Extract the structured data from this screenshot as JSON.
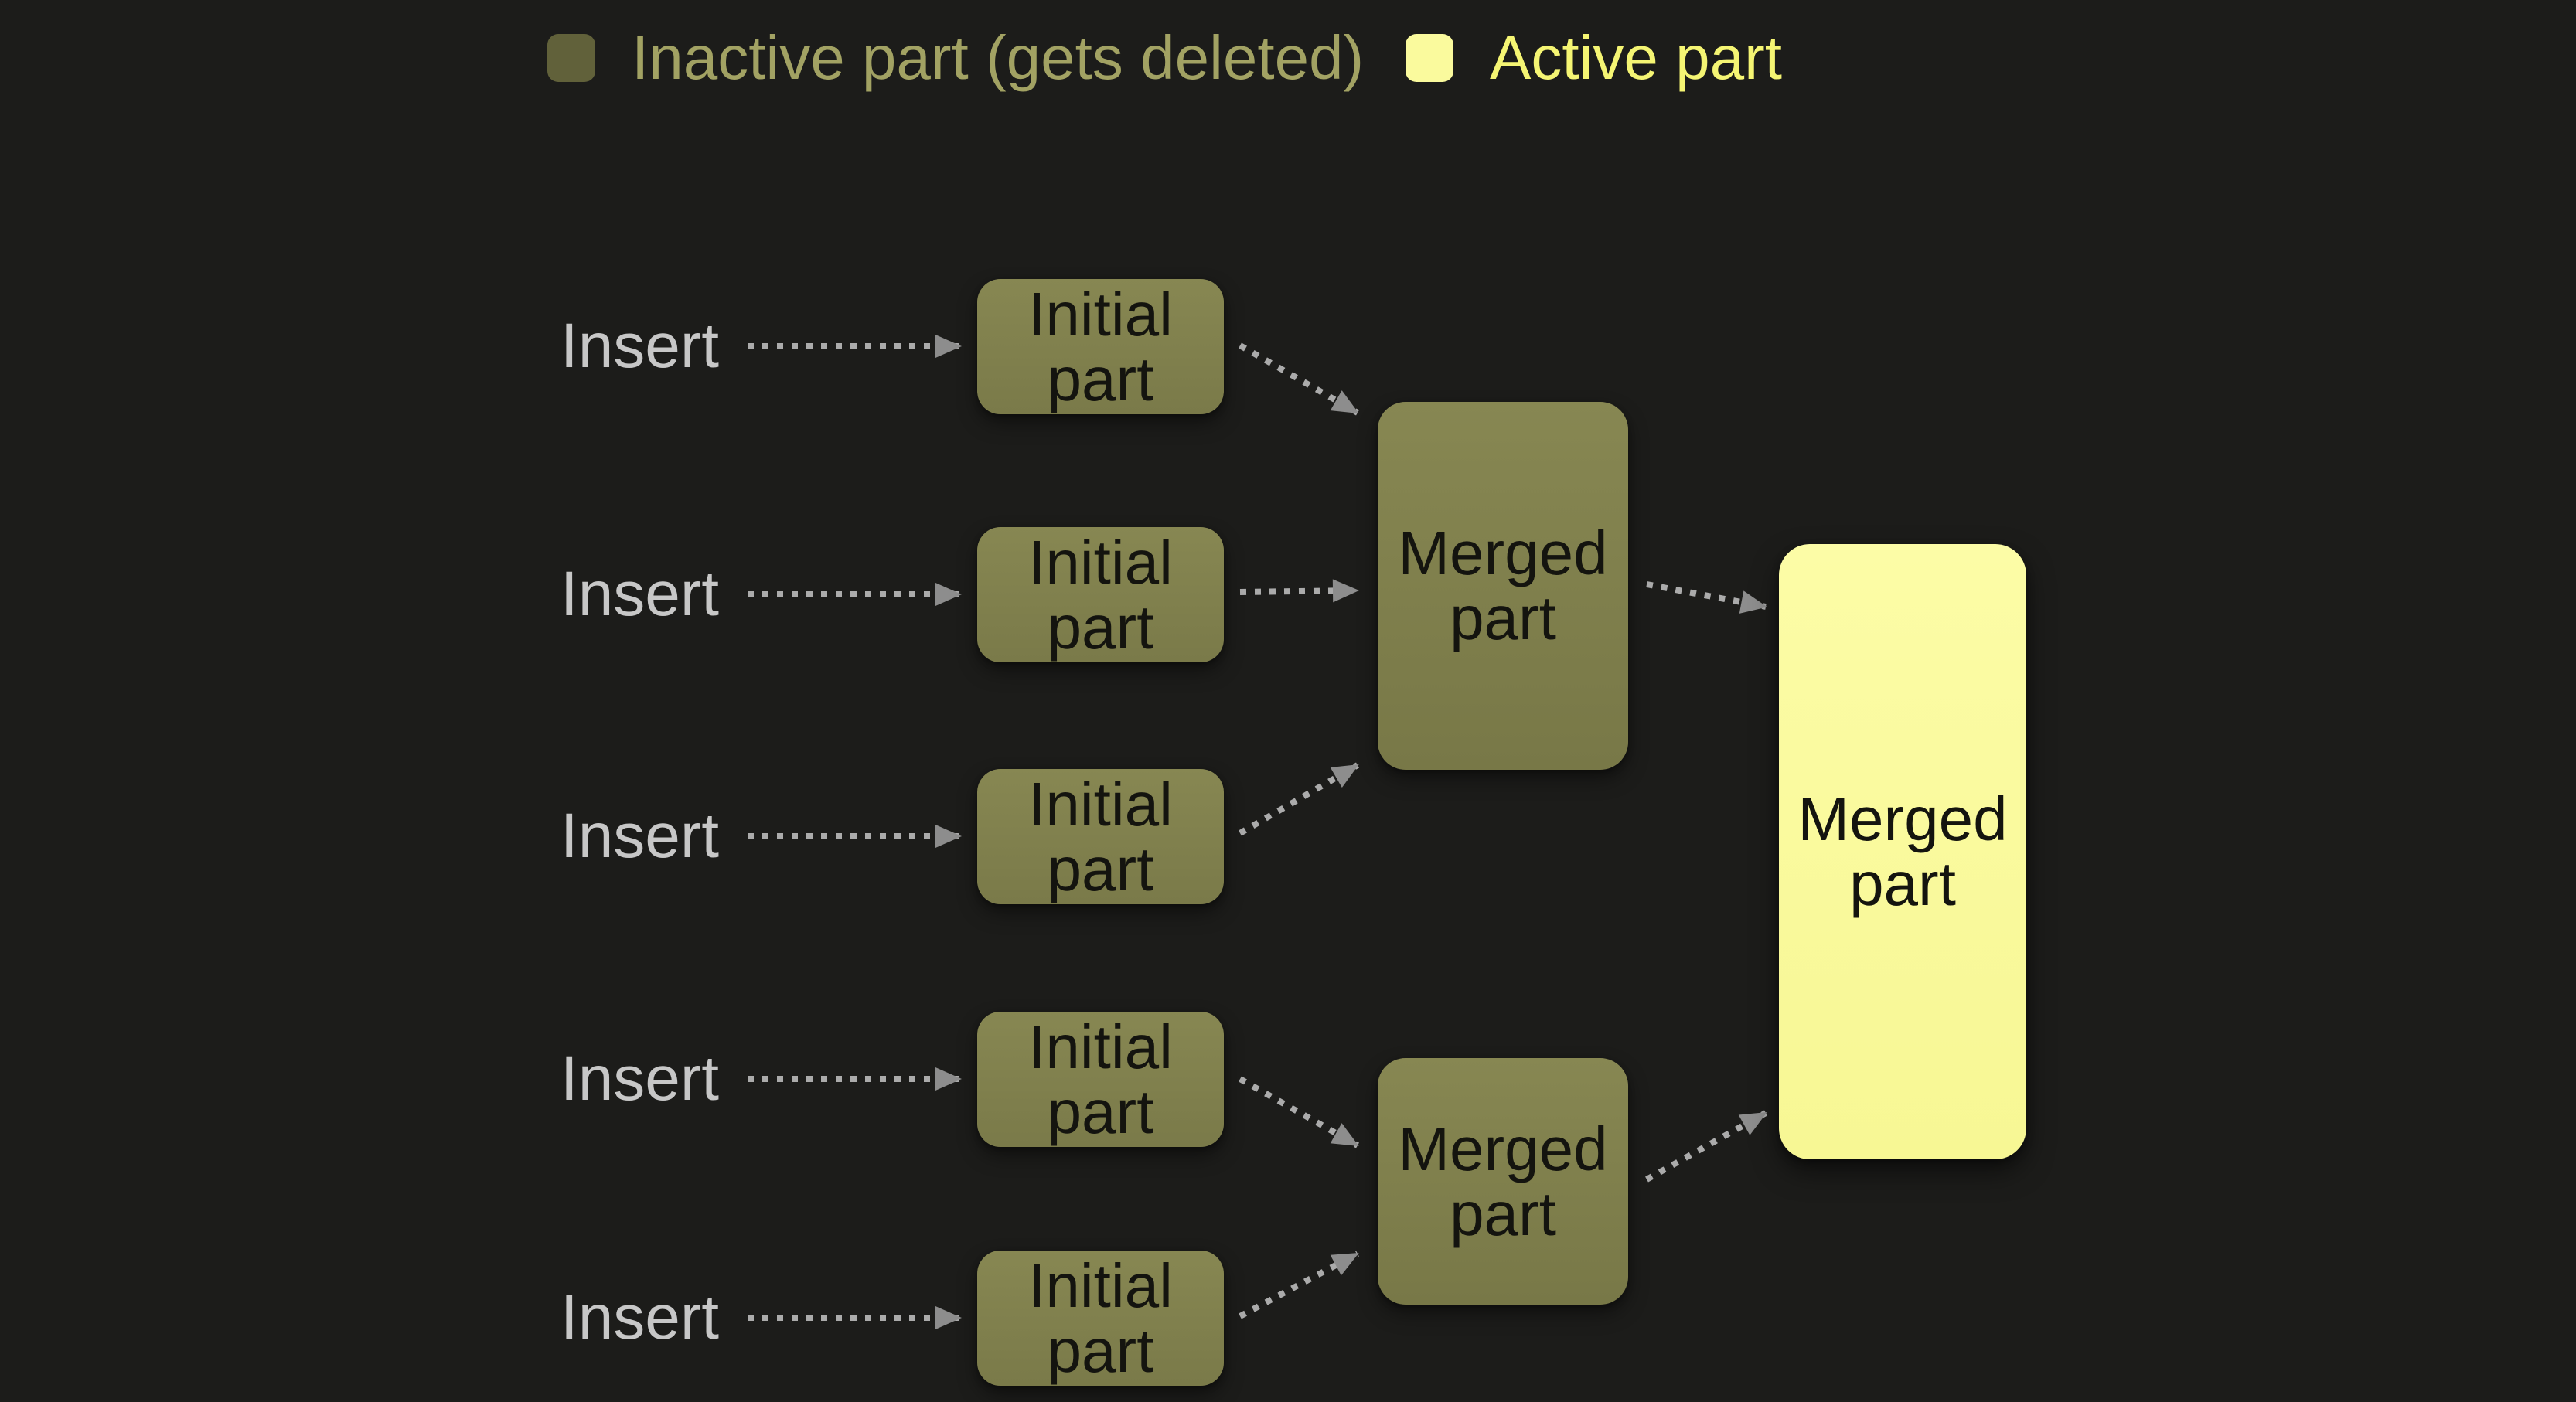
{
  "colors": {
    "background": "#1c1c1a",
    "inactive_part_fill": "#81814d",
    "active_part_fill": "#fafa9d",
    "box_text": "#14140f",
    "insert_label_text": "#c7c7c7",
    "legend_inactive_text": "#a2a263",
    "legend_active_text": "#f5f573",
    "legend_inactive_swatch": "#61613a",
    "legend_active_swatch": "#fafa9d",
    "arrow_dash": "#ababab",
    "arrow_head": "#8d8d8d"
  },
  "legend": {
    "items": [
      {
        "id": "inactive",
        "label": "Inactive part (gets deleted)"
      },
      {
        "id": "active",
        "label": "Active part"
      }
    ]
  },
  "diagram": {
    "insert_rows": [
      {
        "label": "Insert"
      },
      {
        "label": "Insert"
      },
      {
        "label": "Insert"
      },
      {
        "label": "Insert"
      },
      {
        "label": "Insert"
      }
    ],
    "initial_parts": [
      {
        "label": "Initial part",
        "state": "inactive"
      },
      {
        "label": "Initial part",
        "state": "inactive"
      },
      {
        "label": "Initial part",
        "state": "inactive"
      },
      {
        "label": "Initial part",
        "state": "inactive"
      },
      {
        "label": "Initial part",
        "state": "inactive"
      }
    ],
    "merged_parts": [
      {
        "label": "Merged part",
        "state": "inactive"
      },
      {
        "label": "Merged part",
        "state": "inactive"
      }
    ],
    "final_part": {
      "label": "Merged part",
      "state": "active"
    }
  }
}
